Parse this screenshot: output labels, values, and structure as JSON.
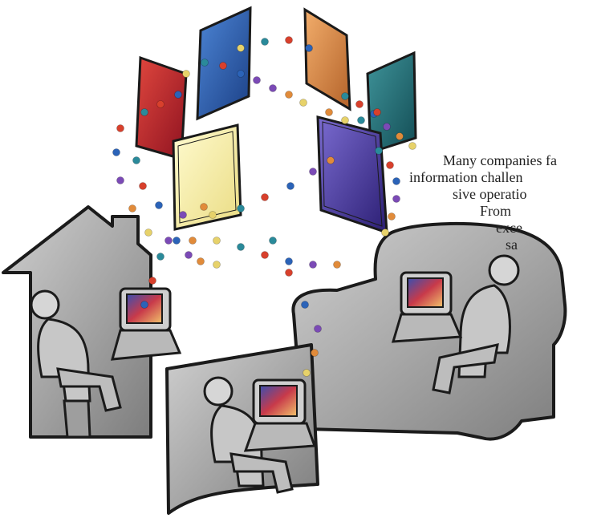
{
  "illustration": {
    "scenes": [
      "house-office",
      "office-desk",
      "vehicle-office"
    ],
    "panel_colors": {
      "red": "#b41e2a",
      "blue": "#2456a6",
      "orange": "#cf7f36",
      "teal": "#1f6e75",
      "yellow": "#f7efa1",
      "purple": "#4b3a9a"
    },
    "bead_colors": [
      "#d8402c",
      "#2b63b8",
      "#7b4ab6",
      "#e18b3a",
      "#e7d26a",
      "#2a8a9a"
    ],
    "scene_color": "#a9a9a9"
  },
  "caption": {
    "lines": [
      "Many companies fa",
      "information challen",
      "sive operatio",
      "From",
      "exce",
      "sa"
    ]
  }
}
